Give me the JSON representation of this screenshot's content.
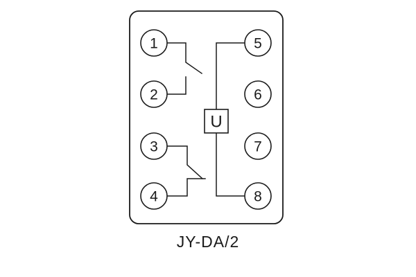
{
  "terminals": {
    "t1": "1",
    "t2": "2",
    "t3": "3",
    "t4": "4",
    "t5": "5",
    "t6": "6",
    "t7": "7",
    "t8": "8"
  },
  "coil_label": "U",
  "model_label": "JY-DA/2"
}
